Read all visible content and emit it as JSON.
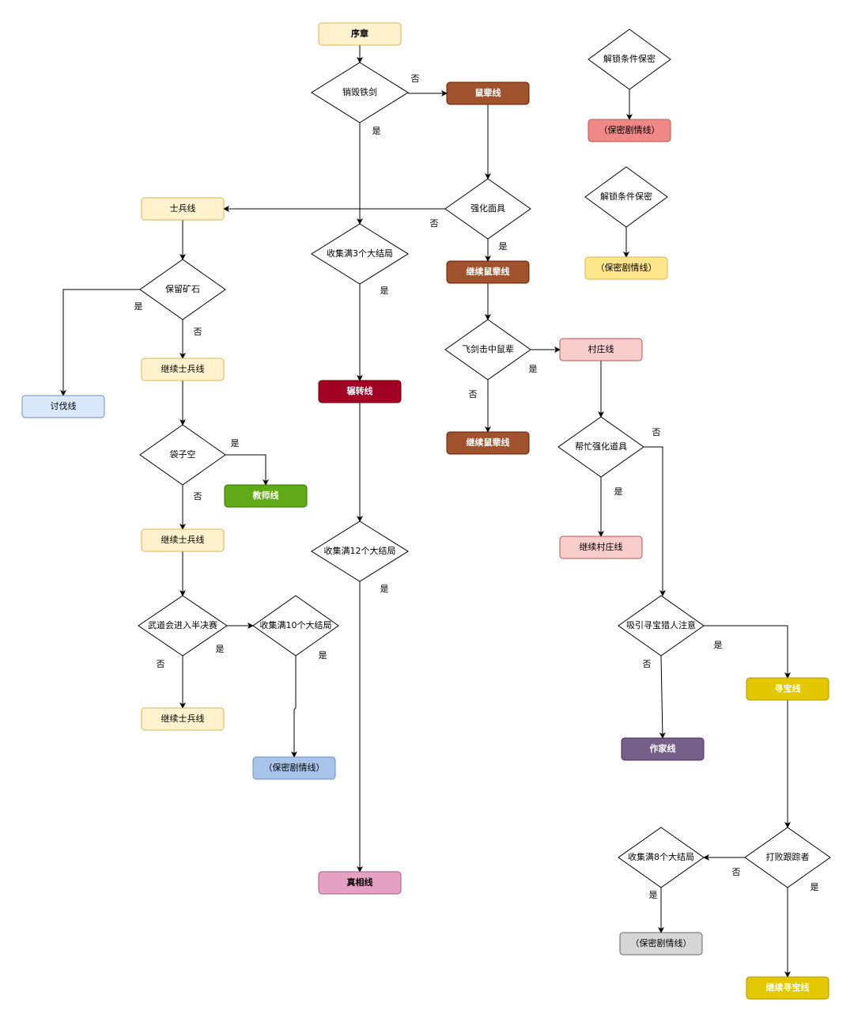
{
  "title": "",
  "colors": {
    "yellow_light": {
      "fill": "#fff2cc",
      "stroke": "#d6b656"
    },
    "brown": {
      "fill": "#a0522d",
      "stroke": "#6d1f00"
    },
    "red_light": {
      "fill": "#f8cecc",
      "stroke": "#b85450"
    },
    "red_grad": {
      "fill": "#f08888",
      "stroke": "#b85450"
    },
    "yellow_grad": {
      "fill": "#ffe68a",
      "stroke": "#d6b656"
    },
    "blue_light": {
      "fill": "#dae8fc",
      "stroke": "#6c8ebf"
    },
    "blue_grad": {
      "fill": "#a9c4eb",
      "stroke": "#6c8ebf"
    },
    "green": {
      "fill": "#60a917",
      "stroke": "#2d7600"
    },
    "crimson": {
      "fill": "#a20025",
      "stroke": "#6f0000"
    },
    "pink": {
      "fill": "#e6a0c4",
      "stroke": "#996185"
    },
    "gold": {
      "fill": "#e3c800",
      "stroke": "#b09500"
    },
    "purple": {
      "fill": "#76608a",
      "stroke": "#432d57"
    },
    "gray": {
      "fill": "#d6d6d6",
      "stroke": "#666666"
    }
  },
  "nodes": [
    {
      "id": "prologue",
      "label": "序章",
      "shape": "box",
      "color": "yellow_light"
    },
    {
      "id": "d_destroy_sword",
      "label": "销毁铁剑",
      "shape": "diamond"
    },
    {
      "id": "rat_line",
      "label": "鼠辈线",
      "shape": "box",
      "color": "brown"
    },
    {
      "id": "d_unlock_1",
      "label": "解锁条件保密",
      "shape": "diamond"
    },
    {
      "id": "secret_red",
      "label": "（保密剧情线）",
      "shape": "box",
      "color": "red_grad"
    },
    {
      "id": "d_unlock_2",
      "label": "解锁条件保密",
      "shape": "diamond"
    },
    {
      "id": "secret_yellow",
      "label": "（保密剧情线）",
      "shape": "box",
      "color": "yellow_grad"
    },
    {
      "id": "soldier_line",
      "label": "士兵线",
      "shape": "box",
      "color": "yellow_light"
    },
    {
      "id": "d_strengthen_mask",
      "label": "强化面具",
      "shape": "diamond"
    },
    {
      "id": "d_collect_3",
      "label": "收集满3个大结局",
      "shape": "diamond"
    },
    {
      "id": "rat_continue_1",
      "label": "继续鼠辈线",
      "shape": "box",
      "color": "brown"
    },
    {
      "id": "d_keep_ore",
      "label": "保留矿石",
      "shape": "diamond"
    },
    {
      "id": "d_flying_sword",
      "label": "飞剑击中鼠辈",
      "shape": "diamond"
    },
    {
      "id": "village_line",
      "label": "村庄线",
      "shape": "box",
      "color": "red_light"
    },
    {
      "id": "soldier_continue_1",
      "label": "继续士兵线",
      "shape": "box",
      "color": "yellow_light"
    },
    {
      "id": "crusade_line",
      "label": "讨伐线",
      "shape": "box",
      "color": "blue_light"
    },
    {
      "id": "turn_line",
      "label": "辗转线",
      "shape": "box",
      "color": "crimson"
    },
    {
      "id": "d_help_item",
      "label": "帮忙强化道具",
      "shape": "diamond"
    },
    {
      "id": "rat_continue_2",
      "label": "继续鼠辈线",
      "shape": "box",
      "color": "brown"
    },
    {
      "id": "d_bag_empty",
      "label": "袋子空",
      "shape": "diamond"
    },
    {
      "id": "teacher_line",
      "label": "教师线",
      "shape": "box",
      "color": "green"
    },
    {
      "id": "soldier_continue_2",
      "label": "继续士兵线",
      "shape": "box",
      "color": "yellow_light"
    },
    {
      "id": "d_collect_12",
      "label": "收集满12个大结局",
      "shape": "diamond"
    },
    {
      "id": "village_continue",
      "label": "继续村庄线",
      "shape": "box",
      "color": "red_light"
    },
    {
      "id": "d_martial_semifinal",
      "label": "武道会进入半决赛",
      "shape": "diamond"
    },
    {
      "id": "d_collect_10",
      "label": "收集满10个大结局",
      "shape": "diamond"
    },
    {
      "id": "d_attract_hunter",
      "label": "吸引寻宝猎人注意",
      "shape": "diamond"
    },
    {
      "id": "treasure_line",
      "label": "寻宝线",
      "shape": "box",
      "color": "gold"
    },
    {
      "id": "soldier_continue_3",
      "label": "继续士兵线",
      "shape": "box",
      "color": "yellow_light"
    },
    {
      "id": "writer_line",
      "label": "作家线",
      "shape": "box",
      "color": "purple"
    },
    {
      "id": "secret_blue",
      "label": "（保密剧情线）",
      "shape": "box",
      "color": "blue_grad"
    },
    {
      "id": "d_collect_8",
      "label": "收集满8个大结局",
      "shape": "diamond"
    },
    {
      "id": "d_beat_tracker",
      "label": "打败跟踪者",
      "shape": "diamond"
    },
    {
      "id": "truth_line",
      "label": "真相线",
      "shape": "box",
      "color": "pink"
    },
    {
      "id": "secret_gray",
      "label": "（保密剧情线）",
      "shape": "box",
      "color": "gray"
    },
    {
      "id": "treasure_continue",
      "label": "继续寻宝线",
      "shape": "box",
      "color": "gold"
    }
  ],
  "edges": [
    {
      "from": "prologue",
      "to": "d_destroy_sword",
      "label": ""
    },
    {
      "from": "d_destroy_sword",
      "to": "rat_line",
      "label": "否"
    },
    {
      "from": "d_destroy_sword",
      "to": "d_collect_3",
      "label": "是"
    },
    {
      "from": "rat_line",
      "to": "d_strengthen_mask",
      "label": ""
    },
    {
      "from": "d_strengthen_mask",
      "to": "soldier_line",
      "label": "否"
    },
    {
      "from": "d_strengthen_mask",
      "to": "rat_continue_1",
      "label": "是"
    },
    {
      "from": "d_unlock_1",
      "to": "secret_red",
      "label": ""
    },
    {
      "from": "d_unlock_2",
      "to": "secret_yellow",
      "label": ""
    },
    {
      "from": "soldier_line",
      "to": "d_keep_ore",
      "label": ""
    },
    {
      "from": "d_keep_ore",
      "to": "crusade_line",
      "label": "是"
    },
    {
      "from": "d_keep_ore",
      "to": "soldier_continue_1",
      "label": "否"
    },
    {
      "from": "soldier_continue_1",
      "to": "d_bag_empty",
      "label": ""
    },
    {
      "from": "d_bag_empty",
      "to": "teacher_line",
      "label": "是"
    },
    {
      "from": "d_bag_empty",
      "to": "soldier_continue_2",
      "label": "否"
    },
    {
      "from": "soldier_continue_2",
      "to": "d_martial_semifinal",
      "label": ""
    },
    {
      "from": "d_martial_semifinal",
      "to": "d_collect_10",
      "label": "是"
    },
    {
      "from": "d_martial_semifinal",
      "to": "soldier_continue_3",
      "label": "否"
    },
    {
      "from": "d_collect_10",
      "to": "secret_blue",
      "label": "是"
    },
    {
      "from": "d_collect_3",
      "to": "turn_line",
      "label": "是"
    },
    {
      "from": "turn_line",
      "to": "d_collect_12",
      "label": ""
    },
    {
      "from": "d_collect_12",
      "to": "truth_line",
      "label": "是"
    },
    {
      "from": "rat_continue_1",
      "to": "d_flying_sword",
      "label": ""
    },
    {
      "from": "d_flying_sword",
      "to": "village_line",
      "label": "是"
    },
    {
      "from": "d_flying_sword",
      "to": "rat_continue_2",
      "label": "否"
    },
    {
      "from": "village_line",
      "to": "d_help_item",
      "label": ""
    },
    {
      "from": "d_help_item",
      "to": "village_continue",
      "label": "是"
    },
    {
      "from": "d_help_item",
      "to": "d_attract_hunter",
      "label": "否"
    },
    {
      "from": "d_attract_hunter",
      "to": "treasure_line",
      "label": "是"
    },
    {
      "from": "d_attract_hunter",
      "to": "writer_line",
      "label": "否"
    },
    {
      "from": "treasure_line",
      "to": "d_beat_tracker",
      "label": ""
    },
    {
      "from": "d_beat_tracker",
      "to": "d_collect_8",
      "label": "否"
    },
    {
      "from": "d_beat_tracker",
      "to": "treasure_continue",
      "label": "是"
    },
    {
      "from": "d_collect_8",
      "to": "secret_gray",
      "label": "是"
    }
  ]
}
